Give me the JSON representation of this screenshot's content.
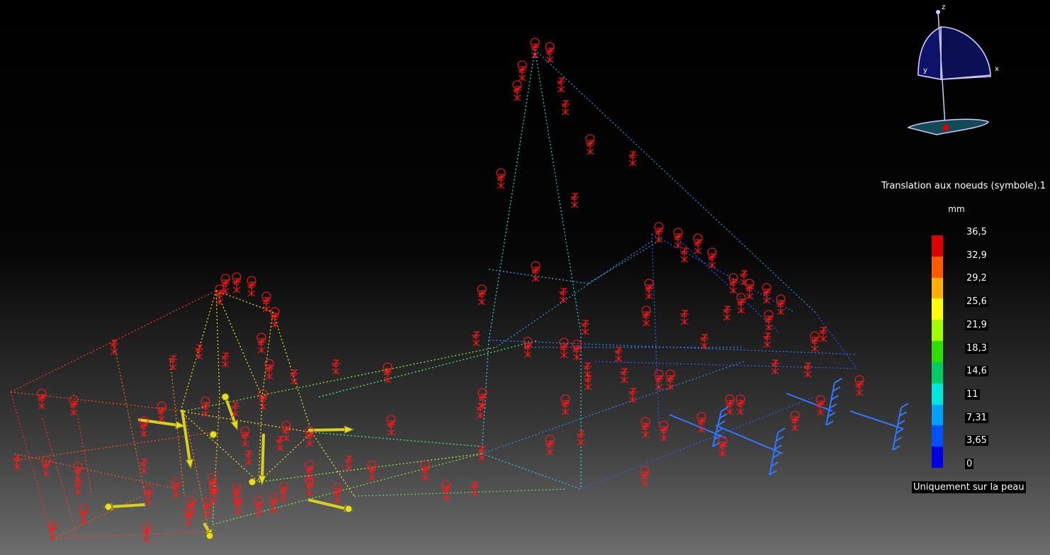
{
  "axis_labels": {
    "x": "x",
    "y": "y",
    "z": "z"
  },
  "legend": {
    "title": "Translation aux noeuds (symbole).1",
    "unit": "mm",
    "values": [
      "36,5",
      "32,9",
      "29,2",
      "25,6",
      "21,9",
      "18,3",
      "14,6",
      "11",
      "7,31",
      "3,65",
      "0"
    ],
    "colors": [
      "#dd0000",
      "#ff5a00",
      "#ffb000",
      "#ffff00",
      "#a0ff00",
      "#30dd00",
      "#00cc66",
      "#00e6dd",
      "#00a0ff",
      "#0050ff",
      "#0000e0"
    ],
    "footer": "Uniquement sur la peau"
  }
}
